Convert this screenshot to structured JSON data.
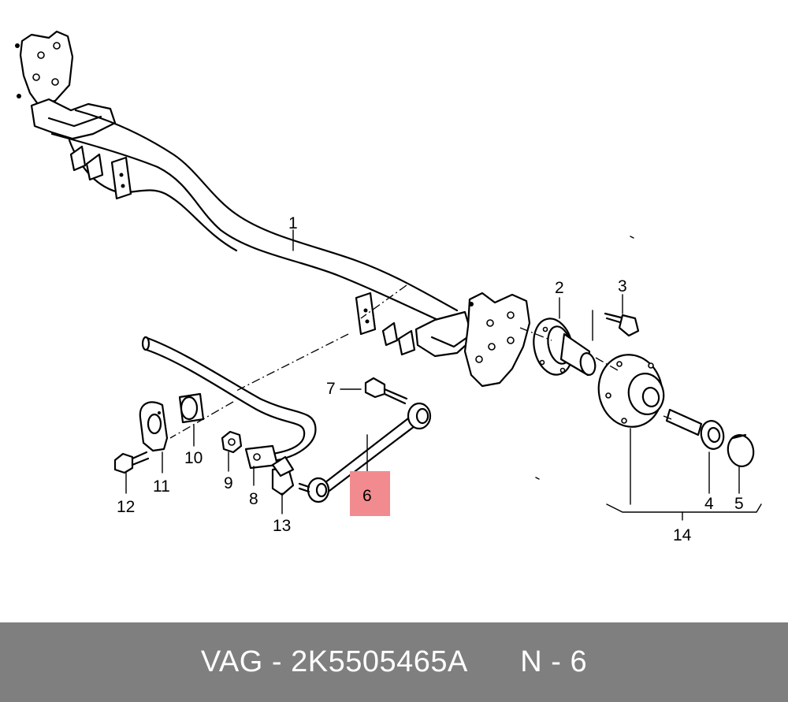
{
  "callouts": {
    "p1": "1",
    "p2": "2",
    "p3": "3",
    "p4": "4",
    "p5": "5",
    "p6": "6",
    "p7": "7",
    "p8": "8",
    "p9": "9",
    "p10": "10",
    "p11": "11",
    "p12": "12",
    "p13": "13",
    "p14": "14"
  },
  "highlight": {
    "part": "6",
    "color": "#f28b8f"
  },
  "footer": {
    "brand": "VAG",
    "separator": " - ",
    "part_number": "2K5505465A",
    "position_label": "N - 6",
    "background": "#7f7f7f",
    "text_color": "#ffffff"
  }
}
